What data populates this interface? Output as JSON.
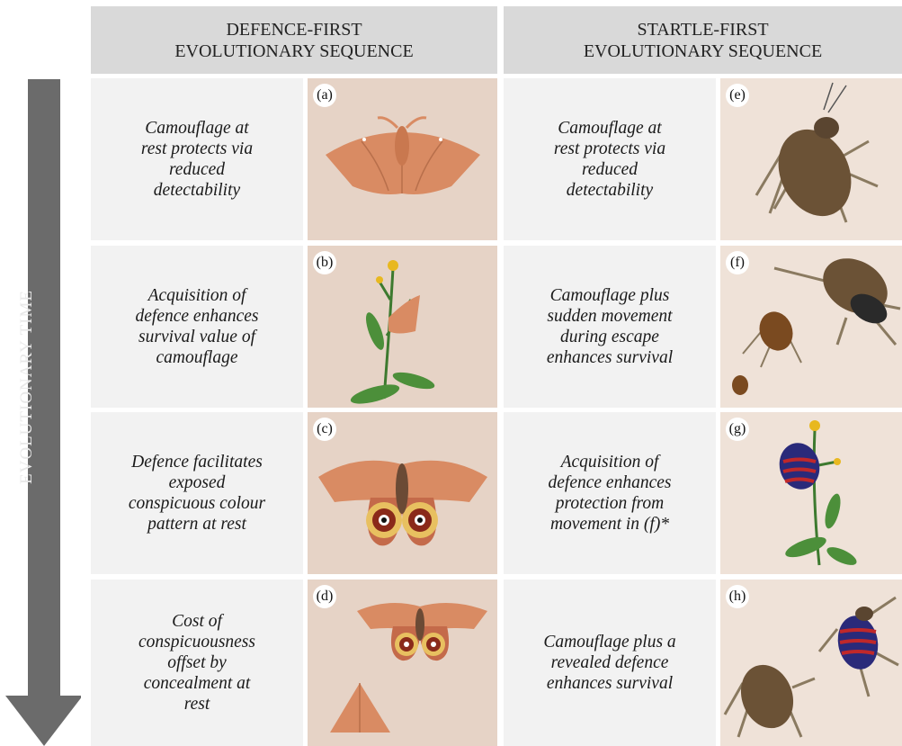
{
  "headers": {
    "left": [
      "DEFENCE-FIRST",
      "EVOLUTIONARY SEQUENCE"
    ],
    "right": [
      "STARTLE-FIRST",
      "EVOLUTIONARY SEQUENCE"
    ]
  },
  "time_axis": {
    "label": "EVOLUTIONARY TIME"
  },
  "left_column": [
    {
      "panel": "(a)",
      "text": [
        "Camouflage at",
        "rest protects via",
        "reduced",
        "detectability"
      ]
    },
    {
      "panel": "(b)",
      "text": [
        "Acquisition of",
        "defence enhances",
        "survival value of",
        "camouflage"
      ]
    },
    {
      "panel": "(c)",
      "text": [
        "Defence facilitates",
        "exposed",
        "conspicuous colour",
        "pattern at rest"
      ]
    },
    {
      "panel": "(d)",
      "text": [
        "Cost of",
        "conspicuousness",
        "offset by",
        "concealment at",
        "rest"
      ]
    }
  ],
  "right_column": [
    {
      "panel": "(e)",
      "text": [
        "Camouflage at",
        "rest protects via",
        "reduced",
        "detectability"
      ]
    },
    {
      "panel": "(f)",
      "text": [
        "Camouflage plus",
        "sudden movement",
        "during escape",
        "enhances survival"
      ]
    },
    {
      "panel": "(g)",
      "text": [
        "Acquisition of",
        "defence enhances",
        "protection from",
        "movement in (f)*"
      ]
    },
    {
      "panel": "(h)",
      "text": [
        "Camouflage plus a",
        "revealed defence",
        "enhances survival"
      ]
    }
  ],
  "colors": {
    "header_bg": "#d9d9d9",
    "text_cell_bg": "#f2f2f2",
    "arrow": "#6b6b6b",
    "moth": "#d98b63",
    "bug_body": "#6b5236"
  },
  "icons": {
    "a": "resting-moth-icon",
    "b": "moth-on-plant-icon",
    "c": "eyespot-moth-icon",
    "d": "eyespot-and-resting-moth-icon",
    "e": "camouflaged-bug-icon",
    "f": "escaping-bugs-icon",
    "g": "bug-on-plant-icon",
    "h": "bugs-with-revealed-defence-icon"
  }
}
